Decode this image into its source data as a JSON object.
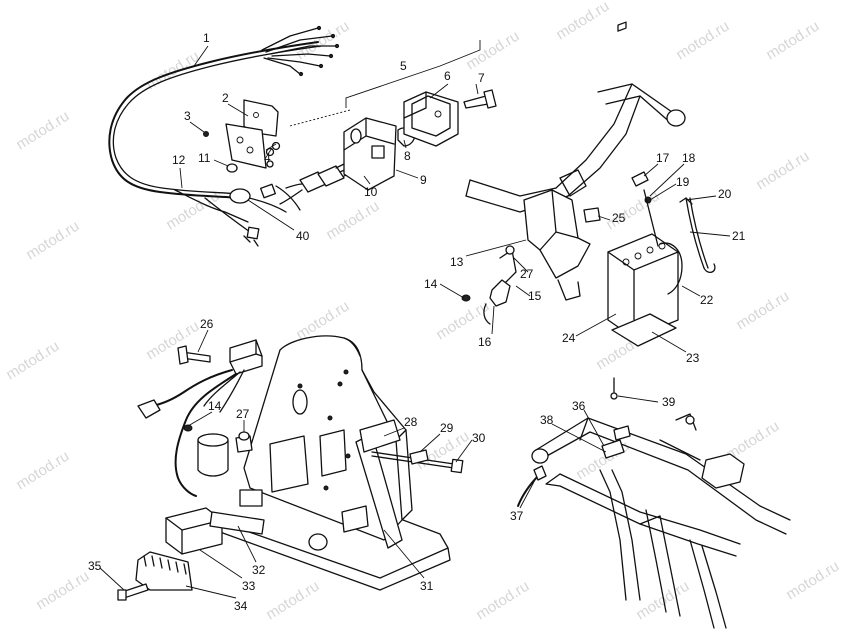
{
  "watermark": "motod.ru",
  "callouts": {
    "c1": "1",
    "c2": "2",
    "c3": "3",
    "c4": "4",
    "c5": "5",
    "c6": "6",
    "c7": "7",
    "c8": "8",
    "c9": "9",
    "c10": "10",
    "c11": "11",
    "c12": "12",
    "c13": "13",
    "c14a": "14",
    "c14b": "14",
    "c15": "15",
    "c16": "16",
    "c17": "17",
    "c18": "18",
    "c19": "19",
    "c20": "20",
    "c21": "21",
    "c22": "22",
    "c23": "23",
    "c24": "24",
    "c25": "25",
    "c26": "26",
    "c27a": "27",
    "c27b": "27",
    "c28": "28",
    "c29": "29",
    "c30": "30",
    "c31": "31",
    "c32": "32",
    "c33": "33",
    "c34": "34",
    "c35": "35",
    "c36": "36",
    "c37": "37",
    "c38": "38",
    "c39": "39",
    "c40": "40"
  }
}
